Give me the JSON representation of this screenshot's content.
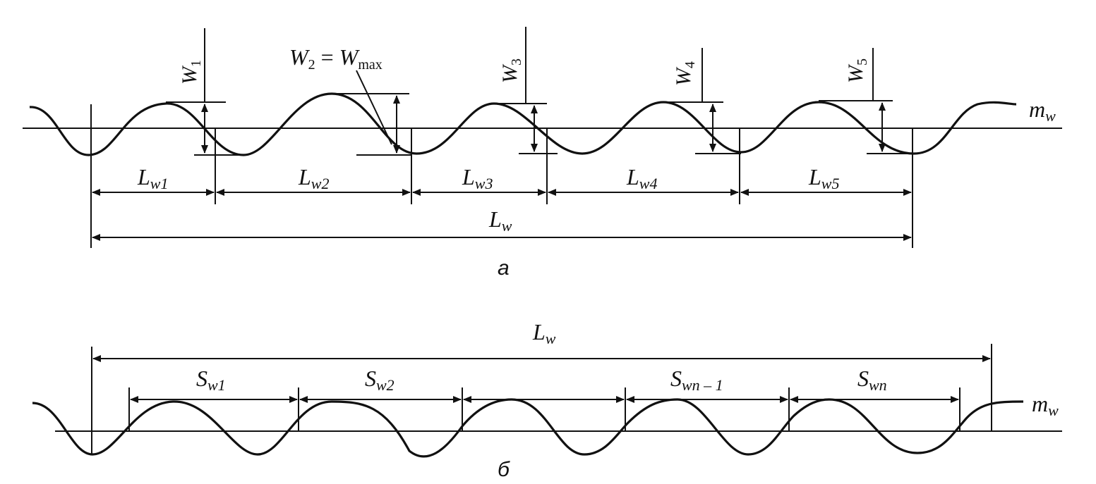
{
  "panel_a": {
    "caption": "а",
    "mean_line_label": {
      "main": "m",
      "sub": "w"
    },
    "heights": [
      {
        "main": "W",
        "sub": "1"
      },
      {
        "main": "W",
        "sub": "2",
        "eq": " = ",
        "main2": "W",
        "sub2": "max"
      },
      {
        "main": "W",
        "sub": "3"
      },
      {
        "main": "W",
        "sub": "4"
      },
      {
        "main": "W",
        "sub": "5"
      }
    ],
    "lengths": [
      {
        "main": "L",
        "sub": "w1"
      },
      {
        "main": "L",
        "sub": "w2"
      },
      {
        "main": "L",
        "sub": "w3"
      },
      {
        "main": "L",
        "sub": "w4"
      },
      {
        "main": "L",
        "sub": "w5"
      }
    ],
    "total_length": {
      "main": "L",
      "sub": "w"
    }
  },
  "panel_b": {
    "caption": "б",
    "mean_line_label": {
      "main": "m",
      "sub": "w"
    },
    "total_length": {
      "main": "L",
      "sub": "w"
    },
    "spacings": [
      {
        "main": "S",
        "sub": "w1"
      },
      {
        "main": "S",
        "sub": "w2"
      },
      {
        "main": "S",
        "sub": "wn – 1"
      },
      {
        "main": "S",
        "sub": "wn"
      }
    ]
  }
}
